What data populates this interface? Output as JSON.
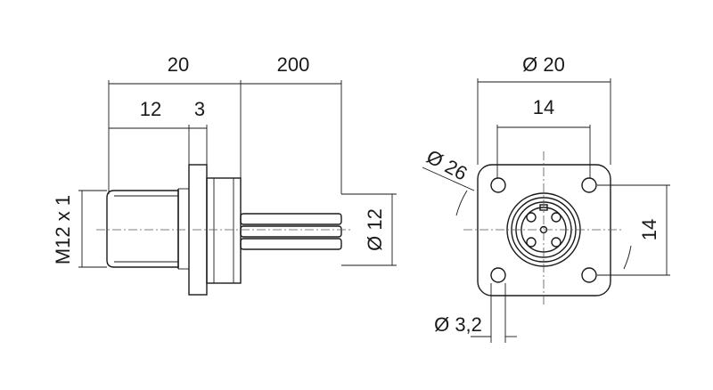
{
  "side_view": {
    "dim_overall_length": "20",
    "dim_cable_length": "200",
    "dim_body_length": "12",
    "dim_flange_thickness": "3",
    "dim_thread": "M12 x 1",
    "dim_cable_diameter": "Ø 12"
  },
  "front_view": {
    "dim_flange_diameter": "Ø 20",
    "dim_hole_spacing_h": "14",
    "dim_bolt_circle": "Ø 26",
    "dim_hole_spacing_v": "14",
    "dim_hole_diameter": "Ø 3,2"
  }
}
